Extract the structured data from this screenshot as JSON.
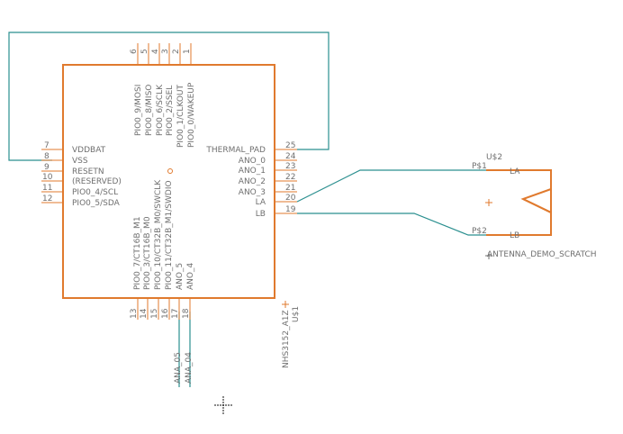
{
  "schematic": {
    "ic": {
      "part": "NHS3152_A1Z",
      "ref": "U$1",
      "left_pins": [
        {
          "num": "7",
          "label": "VDDBAT"
        },
        {
          "num": "8",
          "label": "VSS"
        },
        {
          "num": "9",
          "label": "RESETN"
        },
        {
          "num": "10",
          "label": "(RESERVED)"
        },
        {
          "num": "11",
          "label": "PIO0_4/SCL"
        },
        {
          "num": "12",
          "label": "PIO0_5/SDA"
        }
      ],
      "right_pins": [
        {
          "num": "25",
          "label": "THERMAL_PAD"
        },
        {
          "num": "24",
          "label": "ANO_0"
        },
        {
          "num": "23",
          "label": "ANO_1"
        },
        {
          "num": "22",
          "label": "ANO_2"
        },
        {
          "num": "21",
          "label": "ANO_3"
        },
        {
          "num": "20",
          "label": "LA"
        },
        {
          "num": "19",
          "label": "LB"
        }
      ],
      "top_pins": [
        {
          "num": "6",
          "label": "PIO0_9/MOSI"
        },
        {
          "num": "5",
          "label": "PIO0_8/MISO"
        },
        {
          "num": "4",
          "label": "PIO0_6/SCLK"
        },
        {
          "num": "3",
          "label": "PIO0_2/SSEL"
        },
        {
          "num": "2",
          "label": "PIO0_1/CLKOUT"
        },
        {
          "num": "1",
          "label": "PIO0_0/WAKEUP"
        }
      ],
      "bottom_pins": [
        {
          "num": "13",
          "label": "PIO0_7/CT16B_M1"
        },
        {
          "num": "14",
          "label": "PIO0_3/CT16B_M0"
        },
        {
          "num": "15",
          "label": "PIO0_10/CT32B_M0/SWCLK"
        },
        {
          "num": "16",
          "label": "PIO0_11/CT32B_M1/SWDIO"
        },
        {
          "num": "17",
          "label": "ANO_5"
        },
        {
          "num": "18",
          "label": "ANO_4"
        }
      ]
    },
    "antenna": {
      "ref": "U$2",
      "value": "ANTENNA_DEMO_SCRATCH",
      "pins": [
        {
          "num": "P$1",
          "label": "LA"
        },
        {
          "num": "P$2",
          "label": "LB"
        }
      ]
    },
    "net_labels": [
      "ANA_05",
      "ANA_04"
    ]
  }
}
